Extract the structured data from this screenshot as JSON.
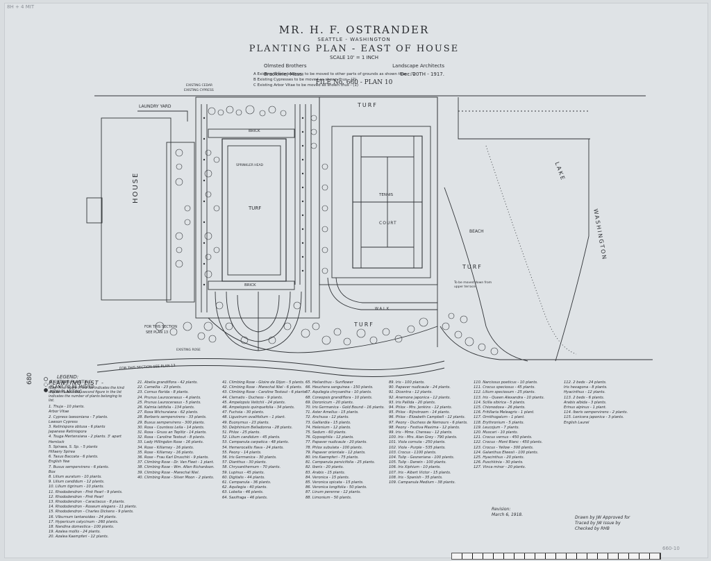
{
  "title": {
    "client": "MR. H. F. OSTRANDER",
    "location": "SEATTLE - WASHINGTON",
    "plan_name": "PLANTING PLAN - EAST OF HOUSE",
    "scale": "SCALE 10' = 1 INCH",
    "firm": "Olmsted Brothers",
    "firm_role": "Landscape Architects",
    "firm_place": "Brookline, Mass.",
    "date": "Dec. 20TH - 1917.",
    "file_no": "FILE No. 660 - PLAN 10"
  },
  "notes": [
    "A Existing Rhododendrons to be moved to other parts of grounds as shown thus - (5)",
    "B Existing Cypresses to be moved as shown thus - (2)",
    "C Existing Arbor Vitae to be moved as shown thus - (1)"
  ],
  "plan_labels": {
    "house": "HOUSE",
    "laundry_yard": "LAUNDRY YARD",
    "turf_main": "TURF",
    "turf_top": "TURF",
    "turf_lower": "TURF",
    "turf_right": "TURF",
    "tennis": "TENNIS",
    "court": "COURT",
    "beach": "BEACH",
    "lake": "LAKE",
    "washington": "WASHINGTON",
    "brick_top": "BRICK",
    "brick_bottom": "BRICK",
    "sprinkler_head": "SPRINKLER HEAD",
    "walk": "WALK",
    "for_this_section": "FOR THIS SECTION",
    "see_plan_13": "SEE PLAN 13",
    "for_this_section_bottom": "FOR THIS SECTION SEE PLAN 13",
    "existing_rose": "EXISTING ROSE",
    "existing_cedar": "EXISTING CEDAR",
    "existing_cypress": "EXISTING CYPRESS",
    "to_be_moved": "To be moved down from upper terrace."
  },
  "legend": {
    "heading": "LEGEND:",
    "items": [
      "EXISTING PLANTING",
      "PLANT TO BE MOVED",
      "NEW PLANTING"
    ],
    "side_code": "680"
  },
  "planting_list": {
    "heading": "PLANTING LIST -",
    "note": "Note: First figure in the list indicates the kind of plant to be used; second figure in the list indicates the number of plants belonging to list.",
    "columns": [
      [
        "1. Thuja - 10 plants.",
        "   Arbor Vitae",
        "2. Cypress lawsoniana - 7 plants.",
        "   Lawson Cypress",
        "3. Retinispora obtusa - 6 plants",
        "   Japanese Retinispora",
        "4. Tsuga Mertensiana - 2 plants. 3' apart",
        "   Hemlock",
        "5. Spiraea, S. Sp. - 5 plants",
        "   Hillaery Spirea",
        "6. Taxus Baccata - 6 plants.",
        "   English Yew",
        "7. Buxus sempervirens - 6 plants.",
        "   Box",
        "8. Lilium auratum - 10 plants.",
        "9. Lilium candidum - 12 plants.",
        "10. Lilium tigrinum - 10 plants.",
        "11. Rhododendron - Pink Pearl - 9 plants.",
        "12. Rhododendron - Pink Pearl",
        "13. Rhododendron - Caractacus - 8 plants.",
        "14. Rhododendron - Roseum elegans - 11 plants.",
        "15. Rhododendron - Charles Dickens - 9 plants.",
        "16. Viburnum lantanoides - 24 plants.",
        "17. Hypericum calycinum - 260 plants.",
        "18. Nandina domestica - 100 plants.",
        "19. Azalea mollis - 24 plants.",
        "20. Azalea Kaempferi - 12 plants."
      ],
      [
        "21. Abelia grandiflora - 42 plants.",
        "22. Camellia - 23 plants.",
        "23. Cornus florida - 8 plants.",
        "24. Prunus Laurocerasus - 4 plants.",
        "25. Prunus Laurocerasus - 5 plants.",
        "26. Kalmia latifolia - 134 plants.",
        "27. Rosa Wichuraiana - 62 plants.",
        "28. Berberis sempervirens - 33 plants.",
        "29. Buxus sempervirens - 300 plants.",
        "30. Rosa - Countess Leila - 14 plants.",
        "31. Rosa - Gruss an Teplitz - 14 plants.",
        "32. Rosa - Caroline Testout - 8 plants.",
        "33. Lady Hillingdon Rose - 16 plants.",
        "34. Rose - Killarney - 16 plants.",
        "35. Rose - Killarney - 16 plants.",
        "36. Rose - Frau Karl Druschki - 9 plants.",
        "37. Climbing Rose - Dr. Van Fleet - 1 plant.",
        "38. Climbing Rose - Wm. Allen Richardson.",
        "39. Climbing Rose - Marechal Niel.",
        "40. Climbing Rose - Silver Moon - 2 plants."
      ],
      [
        "41. Climbing Rose - Gloire de Dijon - 5 plants.",
        "42. Climbing Rose - Marechal Niel - 6 plants.",
        "43. Climbing Rose - Caroline Testout - 6 plants.",
        "44. Clematis - Duchess - 9 plants.",
        "45. Ampelopsis Veitchii - 24 plants.",
        "46. Ampelopsis quinquefolia - 34 plants.",
        "47. Fuchsia - 30 plants.",
        "48. Ligustrum ovalifolium - 1 plant.",
        "49. Euonymus - 23 plants.",
        "50. Delphinium Belladonna - 28 plants.",
        "51. Phlox - 25 plants.",
        "52. Lilium candidum - 45 plants.",
        "53. Campanula carpatica - 48 plants.",
        "54. Hemerocallis flava - 24 plants.",
        "55. Peony - 14 plants.",
        "56. Iris Germanica - 30 plants.",
        "57. Dianthus - 30 plants.",
        "58. Chrysanthemum - 70 plants.",
        "59. Lupinus - 45 plants.",
        "60. Digitalis - 44 plants.",
        "61. Campanula - 36 plants.",
        "62. Aquilegia - 40 plants.",
        "63. Lobelia - 46 plants.",
        "64. Saxifraga - 46 plants."
      ],
      [
        "65. Helianthus - Sunflower",
        "66. Heuchera sanguinea - 150 plants.",
        "67. Aquilegia chrysantha - 10 plants.",
        "68. Coreopsis grandiflora - 10 plants.",
        "69. Doronicum - 20 plants.",
        "70. Iris Germanica - Gold Bound - 16 plants.",
        "71. Aster Amellus - 15 plants.",
        "72. Anchusa - 12 plants.",
        "73. Gaillardia - 15 plants.",
        "74. Helenium - 12 plants.",
        "75. Sedum - 60 plants.",
        "76. Gypsophila - 12 plants.",
        "77. Papaver nudicaule - 20 plants.",
        "78. Phlox subulata - 100 plants.",
        "79. Papaver orientale - 12 plants.",
        "80. Iris Kaempferi - 75 plants.",
        "81. Campanula persicifolia - 25 plants.",
        "82. Iberis - 20 plants.",
        "83. Arabis - 15 plants.",
        "84. Veronica - 15 plants.",
        "85. Veronica spicata - 15 plants.",
        "86. Veronica longifolia - 50 plants.",
        "87. Linum perenne - 12 plants.",
        "88. Limonium - 50 plants."
      ],
      [
        "89. Iris - 100 plants.",
        "90. Papaver nudicaule - 24 plants.",
        "91. Dicentra - 12 plants.",
        "92. Anemone japonica - 12 plants.",
        "93. Iris Pallida - 20 plants.",
        "94. Phlox - Mrs. Jenkins - 12 plants.",
        "95. Phlox - Rijnstroom - 14 plants.",
        "96. Phlox - Elizabeth Campbell - 12 plants.",
        "97. Peony - Duchess de Nemours - 6 plants.",
        "98. Peony - Festiva Maxima - 12 plants.",
        "99. Iris - Mme. Chereau - 12 plants.",
        "100. Iris - Mrs. Alan Grey - 790 plants.",
        "101. Viola cornuta - 250 plants.",
        "102. Viola - Purple - 535 plants.",
        "103. Crocus - 1100 plants.",
        "104. Tulip - Gesneriana - 100 plants.",
        "105. Tulip - Darwin - 100 plants.",
        "106. Iris Xiphium - 10 plants.",
        "107. Iris - Albert Victor - 15 plants.",
        "108. Iris - Spanish - 35 plants.",
        "109. Campanula Medium - 38 plants."
      ],
      [
        "110. Narcissus poeticus - 10 plants.",
        "111. Crocus speciosus - 45 plants.",
        "112. Lilium speciosum - 25 plants.",
        "113. Iris - Queen Alexandra - 10 plants.",
        "114. Scilla sibirica - 5 plants.",
        "115. Chionodoxa - 26 plants.",
        "116. Fritillaria Meleagris - 1 plant.",
        "117. Ornithogalum - 1 plant.",
        "118. Erythronium - 5 plants.",
        "119. Leucojum - 7 plants.",
        "120. Muscari - 10 plants.",
        "121. Crocus vernus - 450 plants.",
        "122. Crocus - Mont Blanc - 450 plants.",
        "123. Crocus - Yellow - 300 plants.",
        "124. Galanthus Elwesii - 100 plants.",
        "125. Hyacinthus - 20 plants.",
        "126. Puschkinia - 30 plants.",
        "127. Vinca minor - 20 plants."
      ],
      [
        "112. 2 beds - 24 plants.",
        "   Iris hexagona - 8 plants.",
        "   Hyacinthus - 12 plants.",
        "113. 2 beds - 6 plants.",
        "   Arabis albida - 3 plants.",
        "   Erinus alpinus - 1 plant.",
        "114. Iberis sempervirens - 2 plants.",
        "115. Lonicera japonica - 3 plants.",
        "   English Laurel"
      ]
    ]
  },
  "revision": {
    "line1": "Revision:",
    "line2": "March 6, 1918."
  },
  "credits": {
    "line1": "Drawn by JW  Approved for",
    "line2": "Traced by JW  Issue by",
    "line3": "Checked by RHB"
  },
  "stamps": {
    "top_left": "8H + 4 MIT",
    "bottom_right": "660-10"
  }
}
